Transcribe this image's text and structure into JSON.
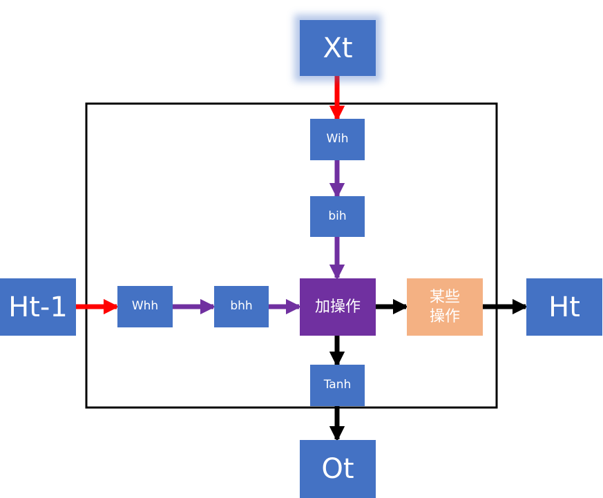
{
  "nodes": {
    "xt": "Xt",
    "wih": "Wih",
    "bih": "bih",
    "ht_prev": "Ht-1",
    "whh": "Whh",
    "bhh": "bhh",
    "add": "加操作",
    "some_op": "某些\n操作",
    "ht": "Ht",
    "tanh": "Tanh",
    "ot": "Ot"
  },
  "colors": {
    "node_blue": "#4472c4",
    "node_purple": "#7030a0",
    "node_orange": "#f4b183",
    "arrow_red": "#ff0000",
    "arrow_purple": "#7030a0",
    "arrow_black": "#000000",
    "frame": "#000000"
  }
}
